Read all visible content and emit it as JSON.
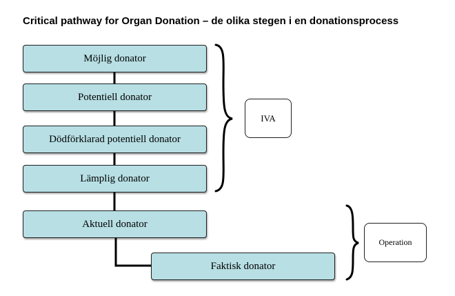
{
  "title": "Critical pathway for Organ Donation – de olika stegen i en donationsprocess",
  "steps": [
    {
      "label": "Möjlig donator"
    },
    {
      "label": "Potentiell donator"
    },
    {
      "label": "Dödförklarad potentiell donator"
    },
    {
      "label": "Lämplig donator"
    },
    {
      "label": "Aktuell donator"
    },
    {
      "label": "Faktisk donator"
    }
  ],
  "groups": [
    {
      "label": "IVA"
    },
    {
      "label": "Operation"
    }
  ],
  "colors": {
    "step_fill": "#b7dfe4",
    "outline": "#1e1e1e"
  }
}
